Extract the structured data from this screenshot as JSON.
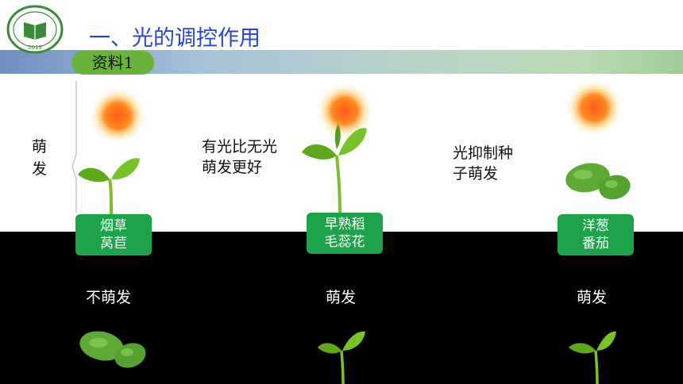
{
  "title": "一、光的调控作用",
  "tag_label": "资料1",
  "side_label_line1": "萌",
  "side_label_line2": "发",
  "logo_year": "2019",
  "columns": [
    {
      "note_line1": "",
      "note_line2": "",
      "plants_line1": "烟草",
      "plants_line2": "莴苣",
      "dark_result": "不萌发"
    },
    {
      "note_line1": "有光比无光",
      "note_line2": "萌发更好",
      "plants_line1": "早熟稻",
      "plants_line2": "毛蕊花",
      "dark_result": "萌发"
    },
    {
      "note_line1": "光抑制种",
      "note_line2": "子萌发",
      "plants_line1": "洋葱",
      "plants_line2": "番茄",
      "dark_result": "萌发"
    }
  ],
  "colors": {
    "title": "#2846c8",
    "tag": "#69b33c",
    "label_bg": "#1ea24a",
    "dark_bg": "#000000"
  }
}
